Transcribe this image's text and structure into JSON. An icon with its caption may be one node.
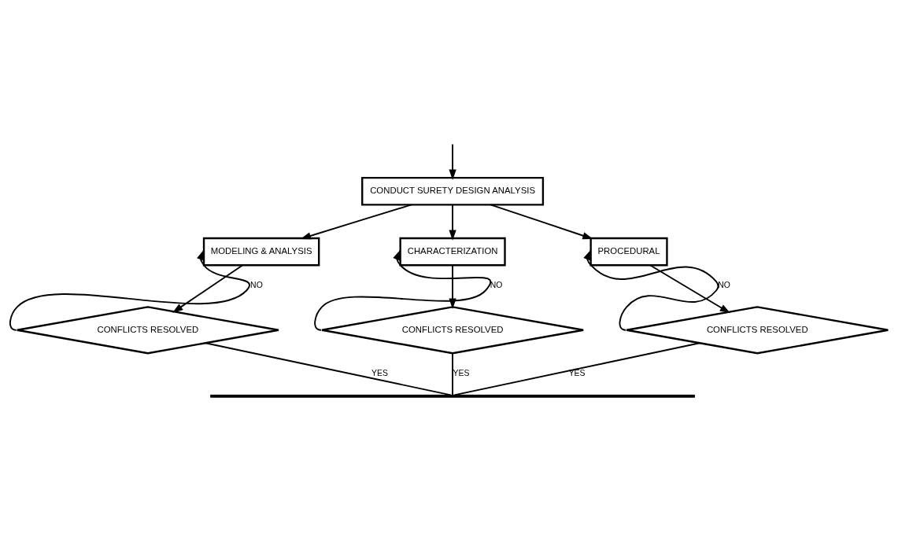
{
  "diagram": {
    "nodes": [
      {
        "text": [
          "CONDUCT SURETY DESIGN ANALYSIS"
        ]
      },
      {
        "text": [
          "MODELING & ANALYSIS"
        ]
      },
      {
        "text": [
          "CHARACTERIZATION"
        ]
      },
      {
        "text": [
          "PROCEDURAL"
        ]
      },
      {
        "text": [
          "CONFLICTS RESOLVED"
        ]
      },
      {
        "text": [
          "CONFLICTS RESOLVED"
        ]
      },
      {
        "text": [
          "CONFLICTS RESOLVED"
        ]
      },
      {
        "text": [],
        "shape": "bar"
      }
    ],
    "edges": [
      {
        "from": null,
        "to": 0,
        "arrow": "to"
      },
      {
        "from": 0,
        "to": 1,
        "arrow": "to"
      },
      {
        "from": 0,
        "to": 2,
        "arrow": "to"
      },
      {
        "from": 0,
        "to": 3,
        "arrow": "to"
      },
      {
        "from": 1,
        "to": 4,
        "arrow": "to"
      },
      {
        "from": 2,
        "to": 5,
        "arrow": "to"
      },
      {
        "from": 3,
        "to": 6,
        "arrow": "to"
      },
      {
        "from": 4,
        "to": 1,
        "arrow": "to",
        "label": "NO"
      },
      {
        "from": 5,
        "to": 2,
        "arrow": "to",
        "label": "NO"
      },
      {
        "from": 6,
        "to": 3,
        "arrow": "to",
        "label": "NO"
      },
      {
        "from": 4,
        "to": 7,
        "arrow": "none",
        "label": "YES"
      },
      {
        "from": 5,
        "to": 7,
        "arrow": "none",
        "label": "YES"
      },
      {
        "from": 6,
        "to": 7,
        "arrow": "none",
        "label": "YES"
      }
    ]
  }
}
